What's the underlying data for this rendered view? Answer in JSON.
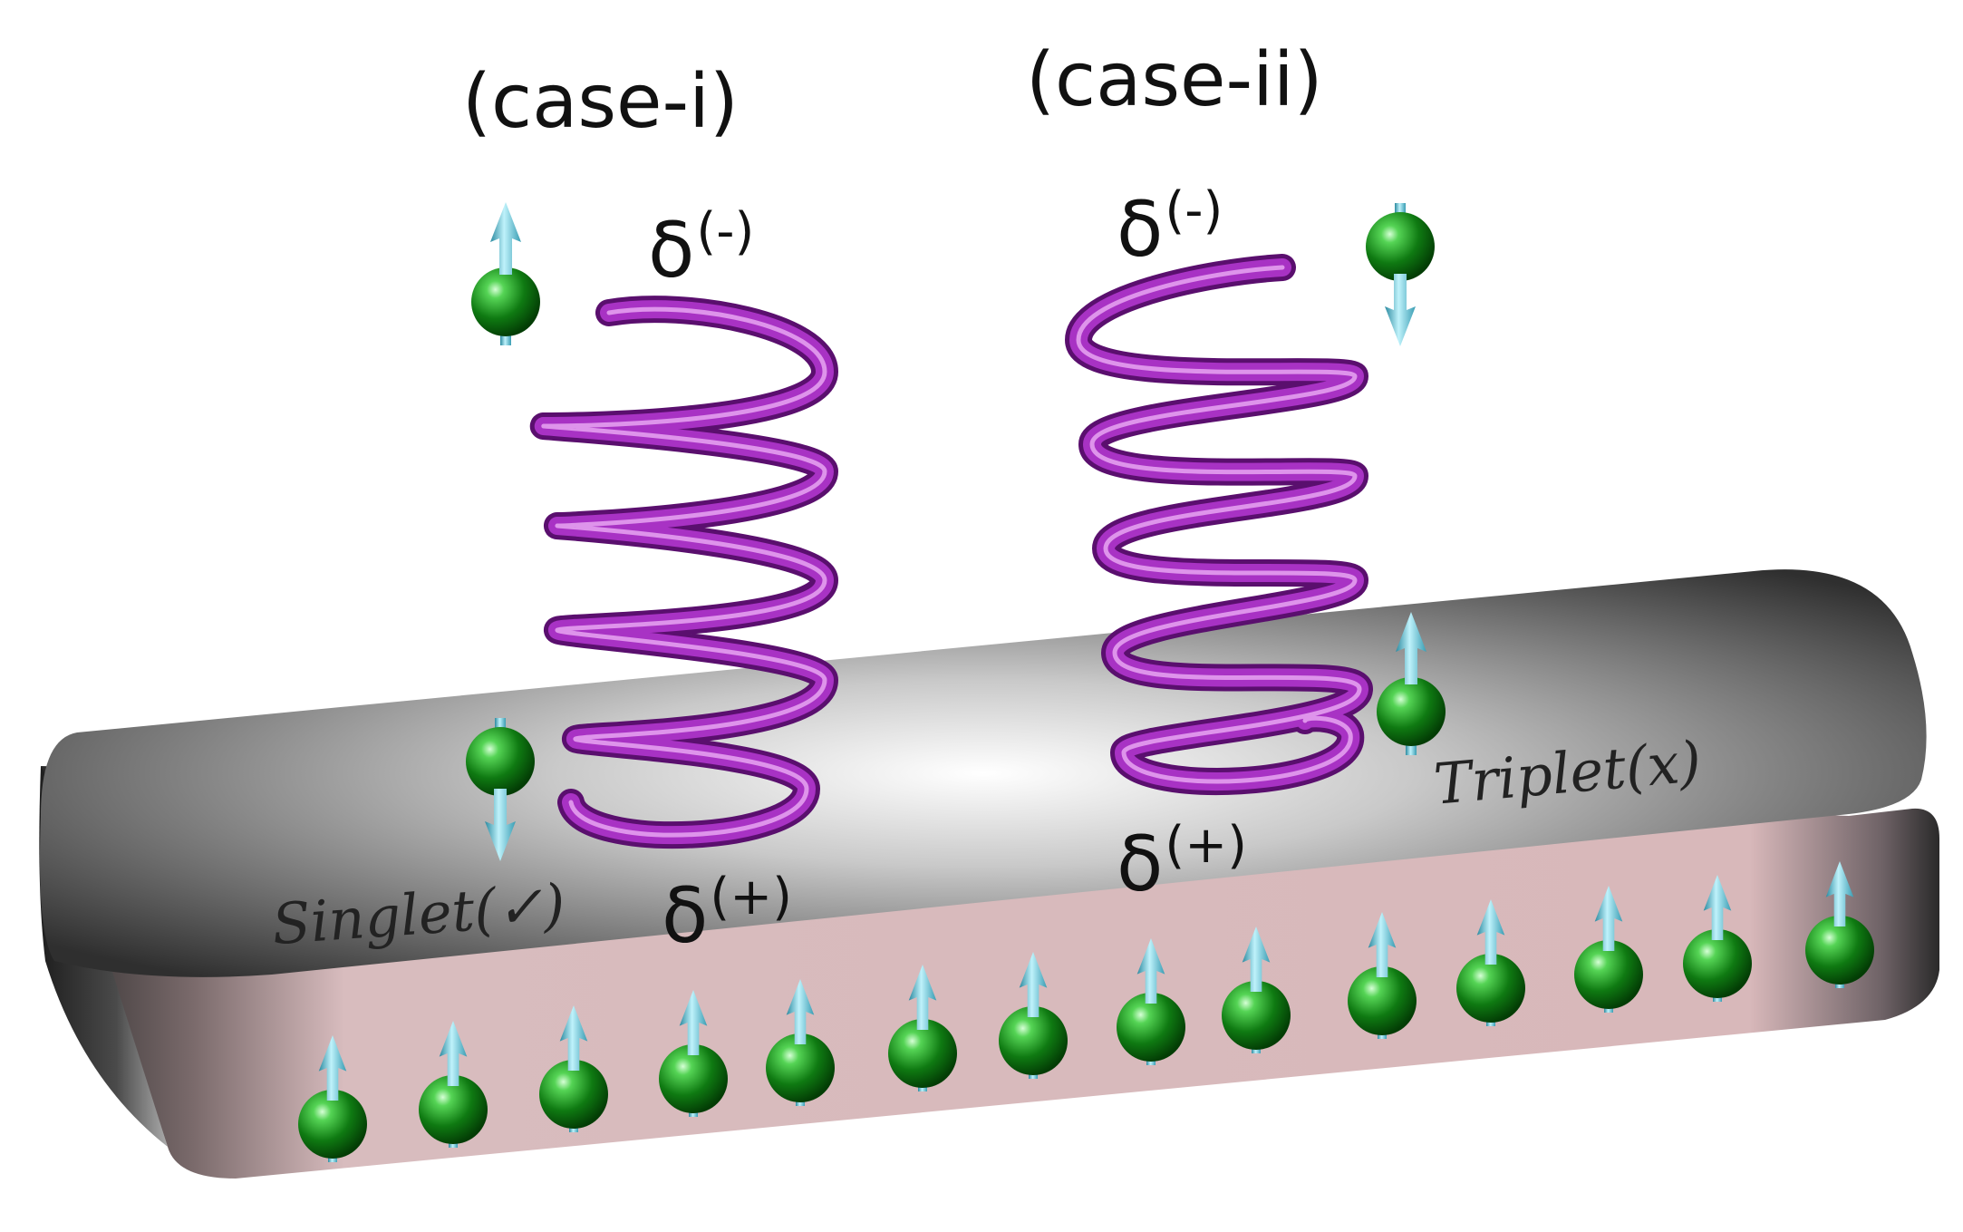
{
  "labels": {
    "case_i": "(case-i)",
    "case_ii": "(case-ii)",
    "delta_symbol": "δ",
    "minus_sup": "(-)",
    "plus_sup": "(+)",
    "singlet": "Singlet(✓)",
    "triplet": "Triplet(x)"
  },
  "colors": {
    "helix": "#8a1fa0",
    "helix_highlight": "#d77ce8",
    "electron": "#1f8a1f",
    "spin_arrow": "#5ec4d6",
    "substrate_top_dark": "#2b2b2b",
    "substrate_top_light": "#f4f4f4",
    "substrate_side": "#d6b4b6"
  },
  "icons": [
    "helix",
    "electron-spin-up",
    "electron-spin-down"
  ]
}
